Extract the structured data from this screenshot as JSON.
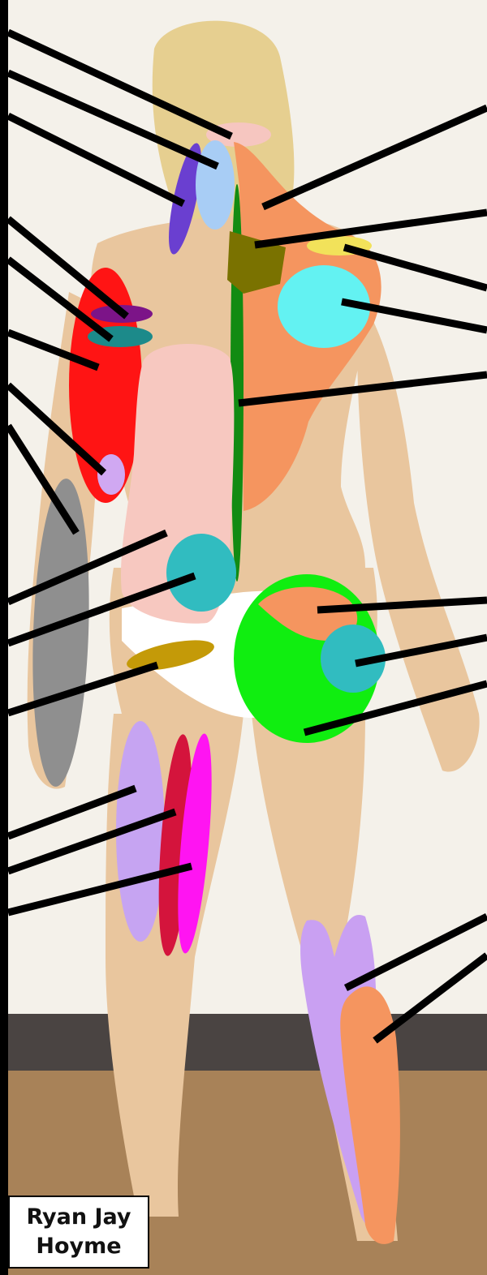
{
  "figure": {
    "subject": "posterior-body-view",
    "background_colors": {
      "wall": "#f4f1ea",
      "floor": "#a88258",
      "skin": "#e9c69e",
      "hair": "#e6cf90"
    },
    "regions": [
      {
        "name": "upper-neck-region",
        "color": "#f6c6c0"
      },
      {
        "name": "neck-left-muscle",
        "color": "#6a3fd0"
      },
      {
        "name": "neck-blue-muscle",
        "color": "#a8cdf5"
      },
      {
        "name": "upper-back-orange-muscle",
        "color": "#f5955f"
      },
      {
        "name": "spine-green-muscle",
        "color": "#128b12"
      },
      {
        "name": "upper-back-olive-muscle",
        "color": "#7a7200"
      },
      {
        "name": "shoulder-yellow-muscle",
        "color": "#f2e25a"
      },
      {
        "name": "shoulder-cyan-muscle",
        "color": "#63f2f2"
      },
      {
        "name": "upper-arm-red-muscle",
        "color": "#ff1414"
      },
      {
        "name": "upper-arm-purple-muscle",
        "color": "#7c1488"
      },
      {
        "name": "upper-arm-teal-muscle",
        "color": "#1c8a8a"
      },
      {
        "name": "elbow-lilac-region",
        "color": "#d0a8f2"
      },
      {
        "name": "forearm-gray-muscle",
        "color": "#8f8f8f"
      },
      {
        "name": "lower-back-pink-muscle",
        "color": "#f7c8c0"
      },
      {
        "name": "lower-back-teal-muscle",
        "color": "#31bcc0"
      },
      {
        "name": "hip-gold-muscle",
        "color": "#c49a08"
      },
      {
        "name": "hip-green-muscle",
        "color": "#10ee10"
      },
      {
        "name": "hip-orange-muscle",
        "color": "#f5955f"
      },
      {
        "name": "hip-teal-muscle",
        "color": "#31bcc0"
      },
      {
        "name": "thigh-lilac-muscle",
        "color": "#c6a4f2"
      },
      {
        "name": "thigh-crimson-muscle",
        "color": "#d4143c"
      },
      {
        "name": "thigh-magenta-muscle",
        "color": "#ff14f2"
      },
      {
        "name": "calf-lilac-muscle",
        "color": "#c9a0f2"
      },
      {
        "name": "calf-orange-muscle",
        "color": "#f5955f"
      }
    ],
    "pointer_color": "#000000",
    "frame_color": "#000000"
  },
  "credit": {
    "line1": "Ryan Jay",
    "line2": "Hoyme"
  }
}
